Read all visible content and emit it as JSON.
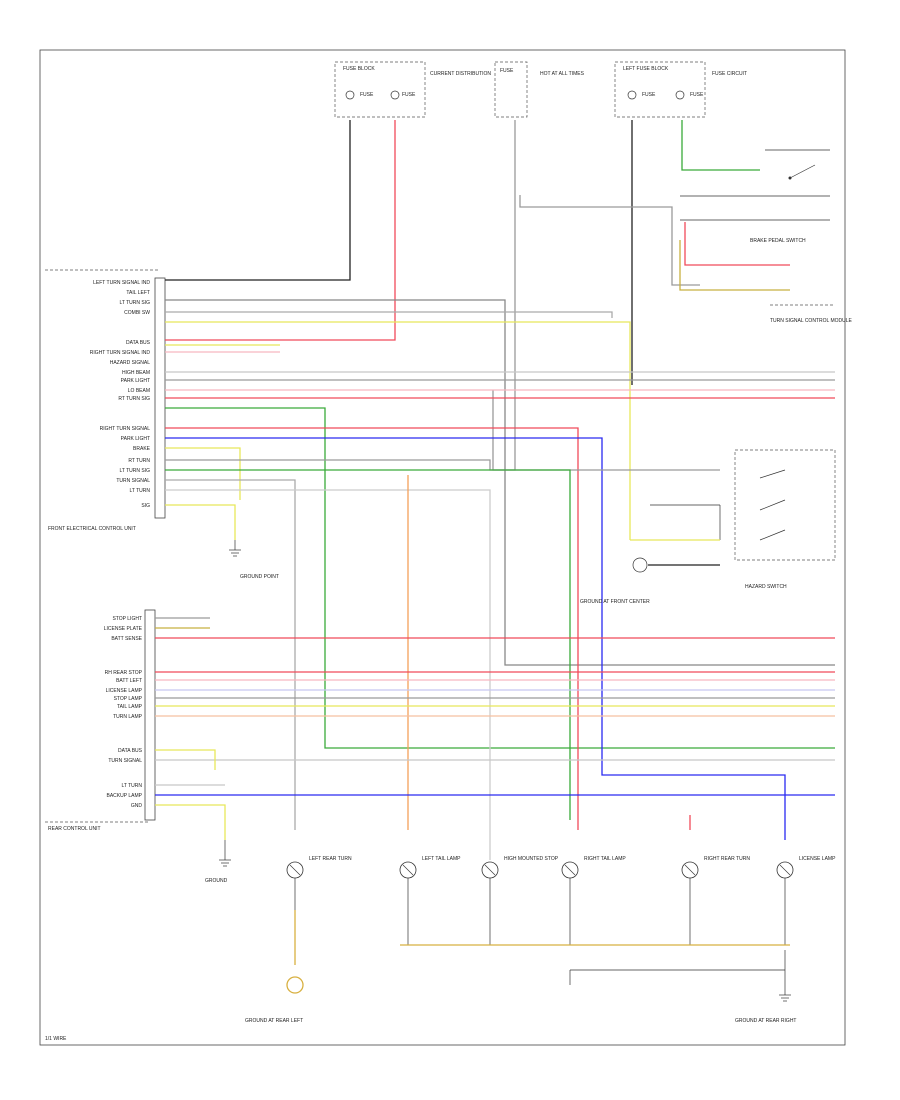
{
  "footer": {
    "code": "1/1 WIRE"
  },
  "fuse_boxes": {
    "top_left": {
      "title": "FUSE BLOCK",
      "fuse_a": "FUSE",
      "fuse_b": "FUSE",
      "note": "CURRENT DISTRIBUTION"
    },
    "top_mid": {
      "title": "FUSE",
      "note": "HOT AT ALL TIMES"
    },
    "top_right": {
      "title": "LEFT FUSE BLOCK",
      "fuse_a": "FUSE",
      "fuse_b": "FUSE",
      "note": "FUSE CIRCUIT"
    }
  },
  "labels": {
    "brake_switch": "BRAKE PEDAL SWITCH",
    "turn_signal_module": "TURN SIGNAL CONTROL MODULE",
    "hazard_switch": "HAZARD SWITCH",
    "front_control_unit": "FRONT ELECTRICAL CONTROL UNIT",
    "rear_control_unit": "REAR CONTROL UNIT",
    "ground_top": "GROUND POINT",
    "ground_note_mid": "GROUND AT FRONT CENTER",
    "ground_left_bottom": "GROUND AT REAR LEFT",
    "ground_right_bottom": "GROUND AT REAR RIGHT",
    "ground_center": "GROUND"
  },
  "front_pins": [
    "LEFT TURN SIGNAL IND",
    "TAIL LEFT",
    "LT TURN SIG",
    "COMBI SW",
    "DATA BUS",
    "RIGHT TURN SIGNAL IND",
    "HAZARD SIGNAL",
    "HIGH BEAM",
    "PARK LIGHT",
    "LO BEAM",
    "RT TURN SIG",
    "RIGHT TURN SIGNAL",
    "PARK LIGHT",
    "BRAKE",
    "RT TURN",
    "LT TURN SIG",
    "TURN SIGNAL",
    "LT TURN",
    "SIG"
  ],
  "rear_pins": [
    "STOP LIGHT",
    "LICENSE PLATE",
    "BATT SENSE",
    "RH REAR STOP",
    "BATT LEFT",
    "LICENSE LAMP",
    "STOP LAMP",
    "TAIL LAMP",
    "TURN LAMP",
    "DATA BUS",
    "TURN SIGNAL",
    "LT TURN",
    "BACKUP LAMP",
    "GND"
  ],
  "wire_colors": {
    "red": "#f04a5a",
    "pink": "#f7b6c0",
    "green": "#3aaa3a",
    "blue": "#2a2af0",
    "orange": "#f5a05a",
    "yellow": "#e8e85a",
    "olive": "#c8b040",
    "gray": "#9a9a9a",
    "lightgray": "#c8c8c8",
    "tan": "#d8c28a",
    "black": "#222222"
  },
  "lamps": [
    {
      "name": "LEFT REAR TURN"
    },
    {
      "name": "LEFT TAIL LAMP"
    },
    {
      "name": "HIGH MOUNTED STOP"
    },
    {
      "name": "RIGHT TAIL LAMP"
    },
    {
      "name": "RIGHT REAR TURN"
    },
    {
      "name": "LICENSE LAMP"
    }
  ]
}
